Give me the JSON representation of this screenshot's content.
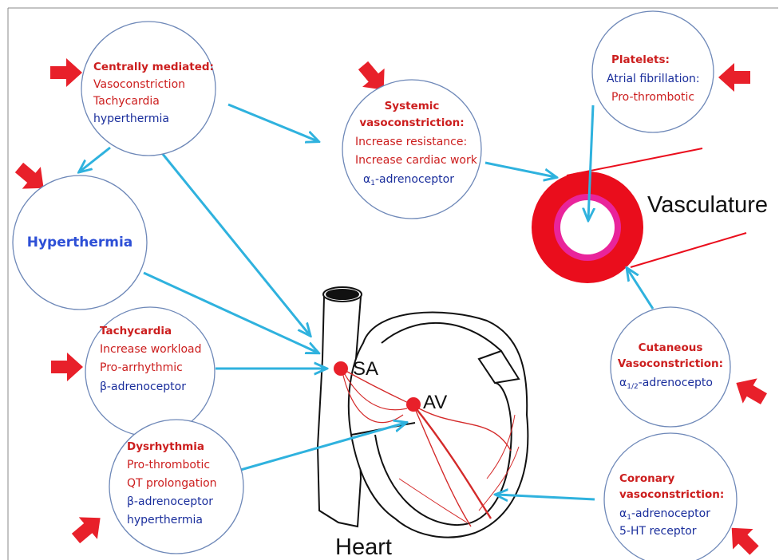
{
  "colors": {
    "arrow": "#2fb2de",
    "heading": "#cc1e1e",
    "effect": "#cc1e1e",
    "receptor": "#1a2e9c",
    "circle_border": "#6e88b8",
    "vessel_outer": "#ea0d1c",
    "vessel_inner": "#e9249b",
    "red_marker": "#e8202a"
  },
  "nodes": {
    "central": {
      "title": "Centrally mediated:",
      "lines": [
        {
          "text": "Vasoconstriction",
          "tone": "effect"
        },
        {
          "text": "Tachycardia",
          "tone": "effect"
        },
        {
          "text": "hyperthermia",
          "tone": "receptor"
        }
      ]
    },
    "systemic": {
      "title_lines": [
        "Systemic",
        "vasoconstriction:"
      ],
      "lines": [
        {
          "text": "Increase resistance:",
          "tone": "effect"
        },
        {
          "text": "Increase cardiac work",
          "tone": "effect"
        }
      ],
      "receptor_symbol": "α",
      "receptor_sub": "1",
      "receptor_rest": "-adrenoceptor"
    },
    "platelets": {
      "title": "Platelets:",
      "lines": [
        {
          "text": "Atrial fibrillation:",
          "tone": "receptor"
        },
        {
          "text": "Pro-thrombotic",
          "tone": "effect"
        }
      ]
    },
    "hyperthermia": {
      "title": "Hyperthermia"
    },
    "tachycardia": {
      "title": "Tachycardia",
      "lines": [
        {
          "text": "Increase workload",
          "tone": "effect"
        },
        {
          "text": "Pro-arrhythmic",
          "tone": "effect"
        },
        {
          "text": "β-adrenoceptor",
          "tone": "receptor"
        }
      ]
    },
    "dysrhythmia": {
      "title": "Dysrhythmia",
      "lines": [
        {
          "text": "Pro-thrombotic",
          "tone": "effect"
        },
        {
          "text": "QT prolongation",
          "tone": "effect"
        },
        {
          "text": "β-adrenoceptor",
          "tone": "receptor"
        },
        {
          "text": "hyperthermia",
          "tone": "receptor"
        }
      ]
    },
    "cutaneous": {
      "title_lines": [
        "Cutaneous",
        "Vasoconstriction:"
      ],
      "receptor_symbol": "α",
      "receptor_sub": "1/2",
      "receptor_rest": "-adrenocepto"
    },
    "coronary": {
      "title_lines": [
        "Coronary",
        "vasoconstriction:"
      ],
      "receptor_symbol": "α",
      "receptor_sub": "1",
      "receptor_rest": "-adrenoceptor",
      "extra_line": "5-HT receptor"
    }
  },
  "labels": {
    "vasculature": "Vasculature",
    "heart": "Heart",
    "sa": "SA",
    "av": "AV"
  }
}
